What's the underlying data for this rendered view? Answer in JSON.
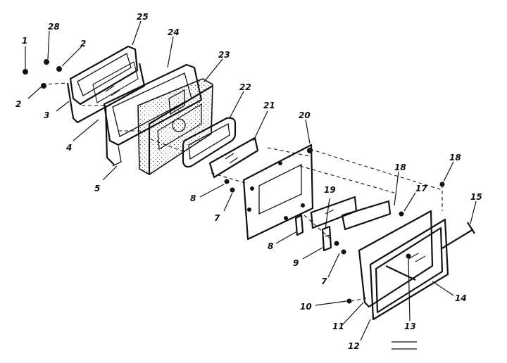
{
  "diagram": {
    "callouts": [
      {
        "id": "c1",
        "text": "1"
      },
      {
        "id": "c2a",
        "text": "2"
      },
      {
        "id": "c2b",
        "text": "2"
      },
      {
        "id": "c3",
        "text": "3"
      },
      {
        "id": "c4",
        "text": "4"
      },
      {
        "id": "c5",
        "text": "5"
      },
      {
        "id": "c7a",
        "text": "7"
      },
      {
        "id": "c7b",
        "text": "7"
      },
      {
        "id": "c8a",
        "text": "8"
      },
      {
        "id": "c8b",
        "text": "8"
      },
      {
        "id": "c9",
        "text": "9"
      },
      {
        "id": "c10",
        "text": "10"
      },
      {
        "id": "c11",
        "text": "11"
      },
      {
        "id": "c12",
        "text": "12"
      },
      {
        "id": "c13",
        "text": "13"
      },
      {
        "id": "c14",
        "text": "14"
      },
      {
        "id": "c15",
        "text": "15"
      },
      {
        "id": "c17",
        "text": "17"
      },
      {
        "id": "c18a",
        "text": "18"
      },
      {
        "id": "c18b",
        "text": "18"
      },
      {
        "id": "c19",
        "text": "19"
      },
      {
        "id": "c20",
        "text": "20"
      },
      {
        "id": "c21",
        "text": "21"
      },
      {
        "id": "c22",
        "text": "22"
      },
      {
        "id": "c23",
        "text": "23"
      },
      {
        "id": "c24",
        "text": "24"
      },
      {
        "id": "c25",
        "text": "25"
      },
      {
        "id": "c28",
        "text": "28"
      }
    ]
  }
}
